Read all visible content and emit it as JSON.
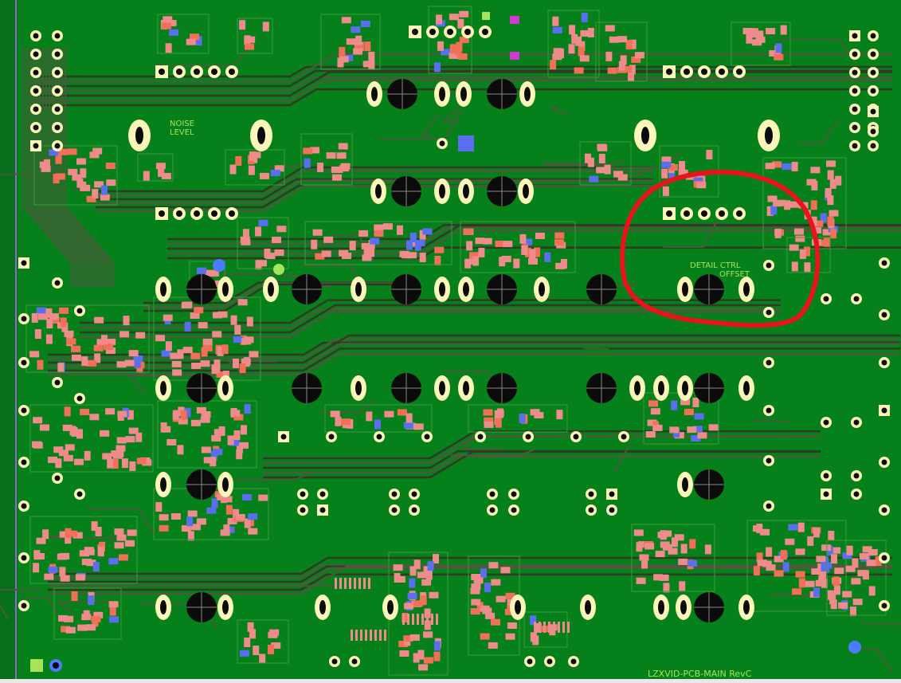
{
  "board": {
    "silkscreen": {
      "noise_line1": "NOISE",
      "noise_line2": "LEVEL",
      "detail_line1": "DETAIL CTRL",
      "detail_line2": "OFFSET",
      "board_name": "LZXVID-PCB-MAIN RevC"
    },
    "colors": {
      "board": "#06801a",
      "trace": "#4a5a3b",
      "trace_dark": "#303a25",
      "pad_smd": "#f08b8b",
      "pad_smd_top": "#f27058",
      "pad_blue": "#5a6ff0",
      "pad_tht": "#fbf7b8",
      "hole": "#0b0b0b",
      "silk": "#a7e35a",
      "annotation": "#e8141b"
    },
    "annotation": {
      "shape": "hand-drawn red loop",
      "target": "DETAIL CTRL OFFSET region"
    }
  }
}
